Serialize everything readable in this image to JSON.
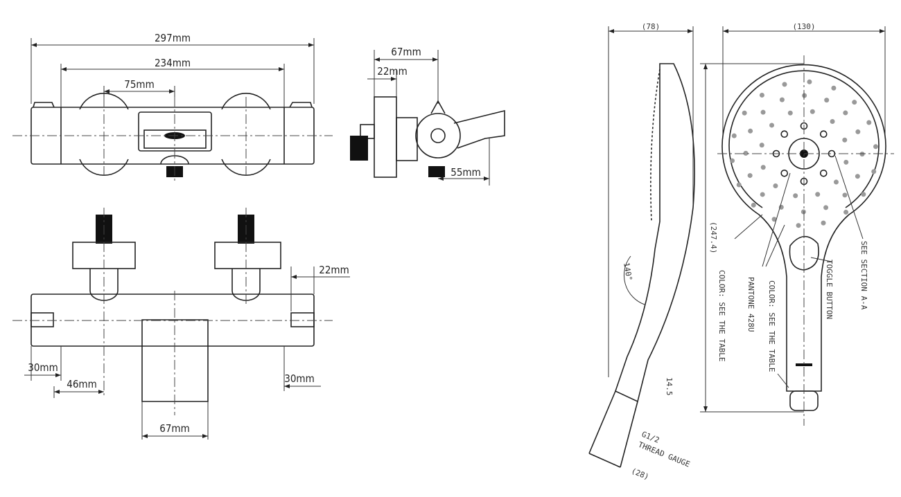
{
  "faucet": {
    "top_view": {
      "overall_width": "297mm",
      "handle_spacing": "234mm",
      "spout_offset": "75mm"
    },
    "side_view": {
      "depth": "67mm",
      "wall_plate": "22mm",
      "spout_reach": "55mm"
    },
    "front_view": {
      "inlet_offset": "22mm",
      "left_end": "30mm",
      "left_inlet": "46mm",
      "right_end": "30mm",
      "spout_width": "67mm"
    }
  },
  "hand_shower": {
    "side_width": "(78)",
    "head_width": "(130)",
    "overall_length": "(247.4)",
    "angle": "140°",
    "thread_length": "14.5",
    "thread": "G1/2",
    "thread_note": "THREAD GAUGE",
    "neck": "(28)",
    "callouts": {
      "color_face": "COLOR: SEE THE TABLE",
      "pantone": "PANTONE 428U",
      "color_handle": "COLOR: SEE THE TABLE",
      "toggle": "TOGGLE BUTTON",
      "section": "SEE SECTION A-A"
    }
  }
}
